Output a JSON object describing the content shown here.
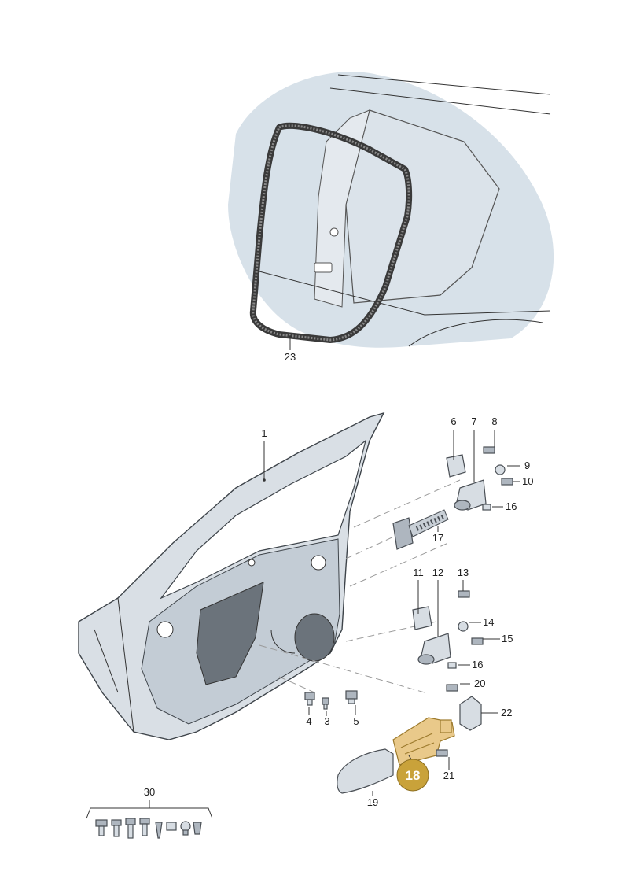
{
  "diagram": {
    "colors": {
      "highlight": "#c9a23a",
      "badge": "#c9a23a",
      "seal": "#3a3a3a",
      "body_fill": "#d9dfe5",
      "shadow": "#c7d3de"
    },
    "callouts": {
      "c1": "1",
      "c3": "3",
      "c4": "4",
      "c5": "5",
      "c6": "6",
      "c7": "7",
      "c8": "8",
      "c9": "9",
      "c10": "10",
      "c11": "11",
      "c12": "12",
      "c13": "13",
      "c14": "14",
      "c15": "15",
      "c16a": "16",
      "c16b": "16",
      "c17": "17",
      "c19": "19",
      "c20": "20",
      "c21": "21",
      "c22": "22",
      "c23": "23",
      "c30": "30"
    },
    "highlighted_part": "18"
  }
}
